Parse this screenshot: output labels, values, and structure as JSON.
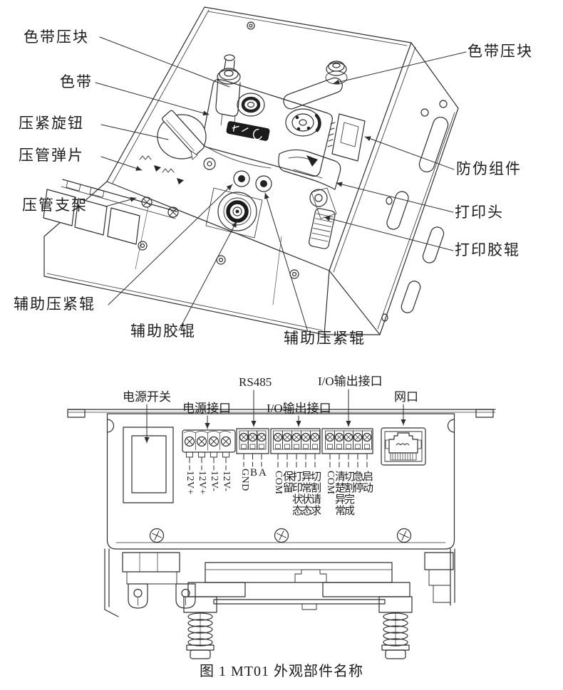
{
  "caption": "图 1 MT01 外观部件名称",
  "colors": {
    "ink": "#2e2e2e",
    "background": "#ffffff"
  },
  "top_diagram": {
    "description": "isometric line drawing of MT01 printer mechanism",
    "labels": {
      "ribbon_press_block_left": "色带压块",
      "ribbon": "色带",
      "press_knob": "压紧旋钮",
      "tube_press_spring": "压管弹片",
      "tube_press_bracket": "压管支架",
      "aux_press_roller_left": "辅助压紧辊",
      "aux_rubber_roller": "辅助胶辊",
      "aux_press_roller_right": "辅助压紧辊",
      "ribbon_press_block_right": "色带压块",
      "anti_counterfeit_module": "防伪组件",
      "print_head": "打印头",
      "print_rubber_roller": "打印胶辊"
    }
  },
  "rear_panel": {
    "description": "rear connector panel view",
    "labels": {
      "power_switch": "电源开关",
      "power_port": "电源接口",
      "rs485": "RS485",
      "io_port_1": "I/O输出接口",
      "io_port_2": "I/O输出接口",
      "ethernet_port": "网口"
    },
    "pins": {
      "power": [
        "12V+",
        "12V+",
        "12V-",
        "12V-"
      ],
      "rs485": [
        "GND",
        "B",
        "A"
      ],
      "io1": [
        "COM",
        "保留",
        "打印状态",
        "异常状态",
        "切割请求"
      ],
      "io2": [
        "COM",
        "清楚异常",
        "切割完成",
        "急停",
        "启动"
      ]
    }
  }
}
